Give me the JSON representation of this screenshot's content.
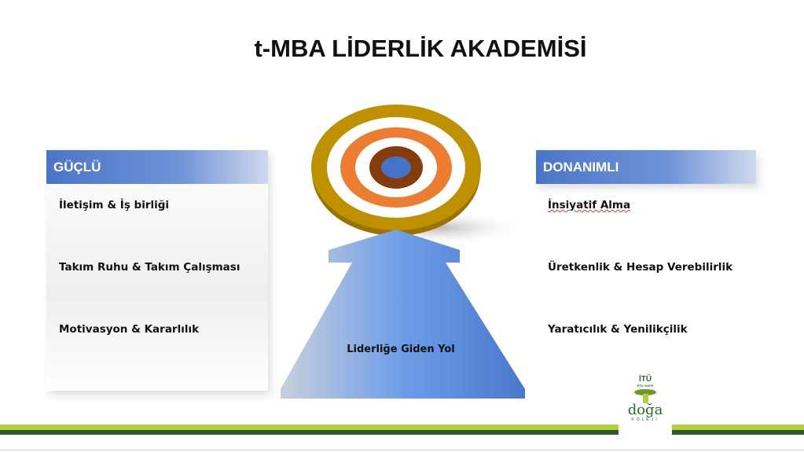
{
  "title": "t-MBA LİDERLİK AKADEMİSİ",
  "left": {
    "header": "GÜÇLÜ",
    "items": [
      "İletişim & İş birliği",
      "Takım Ruhu & Takım Çalışması",
      "Motivasyon & Kararlılık"
    ]
  },
  "right": {
    "header": "DONANIMLI",
    "items": [
      "İnsiyatif Alma",
      "Üretkenlik & Hesap Verebilirlik",
      "Yaratıcılık & Yenilikçilik"
    ]
  },
  "arrow_label": "Liderliğe Giden Yol",
  "logo": {
    "line1": "İTÜ",
    "line2": "ETA VAKFI",
    "line3": "doğa",
    "line4": "KOLEJİ"
  },
  "colors": {
    "blue": "#4a75c8",
    "gold": "#bf9000",
    "orange": "#ed7d31",
    "brown": "#843c0c",
    "lime": "#b5cf3a",
    "darkgreen": "#2d5a2b"
  }
}
